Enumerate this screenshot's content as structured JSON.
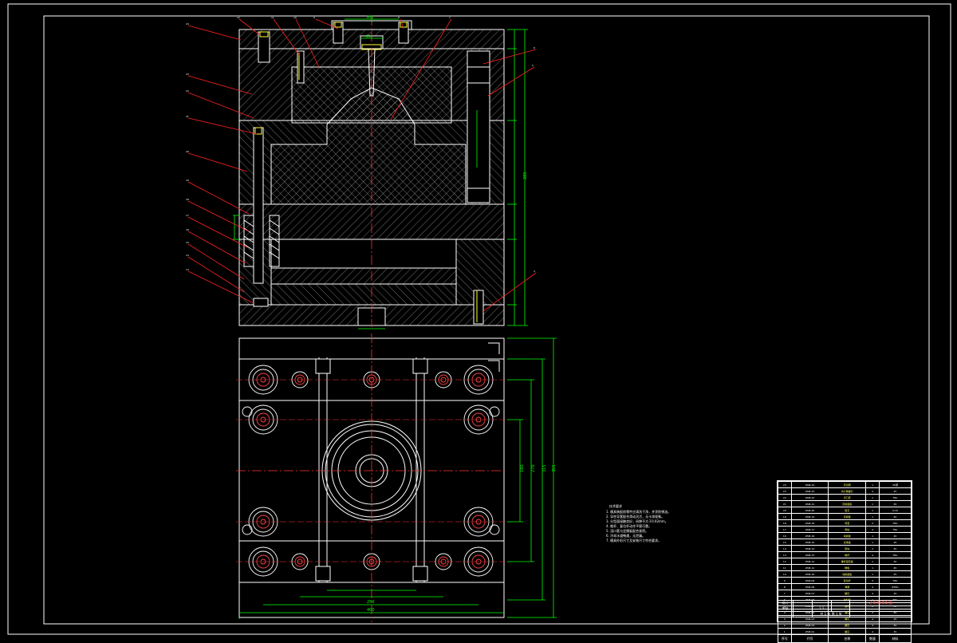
{
  "drawing": {
    "title": "注射模装配图",
    "scale": "1:1",
    "sheet": "共 1 张 第 1 张",
    "material_box": "",
    "designer_label": "设计",
    "checker_label": "审核"
  },
  "notes": {
    "title": "技术要求",
    "items": [
      "1. 模具装配前零件应清洗干净，并涂防锈油。",
      "2. 导柱导套配合滑动灵活，无卡滞现象。",
      "3. 分型面接触良好，间隙不大于0.02mm。",
      "4. 推杆、复位杆动作平稳可靠。",
      "5. 浇口套与定模板配合紧密。",
      "6. 冷却水道畅通，无泄漏。",
      "7. 模具外形尺寸及安装尺寸符合要求。"
    ]
  },
  "bom": {
    "header": [
      "序号",
      "代号",
      "名称",
      "数量",
      "材料"
    ],
    "rows": [
      [
        "24",
        "ZSM-24",
        "定位圈",
        "1",
        "45钢"
      ],
      [
        "23",
        "ZSM-23",
        "内六角螺钉",
        "4",
        "45"
      ],
      [
        "22",
        "ZSM-22",
        "浇口套",
        "1",
        "T8A"
      ],
      [
        "21",
        "ZSM-21",
        "定模座板",
        "1",
        "45"
      ],
      [
        "20",
        "ZSM-20",
        "型芯",
        "1",
        "Cr12"
      ],
      [
        "19",
        "ZSM-19",
        "定模板",
        "1",
        "45"
      ],
      [
        "18",
        "ZSM-18",
        "导套",
        "4",
        "T8A"
      ],
      [
        "17",
        "ZSM-17",
        "导柱",
        "4",
        "T8A"
      ],
      [
        "16",
        "ZSM-16",
        "动模板",
        "1",
        "45"
      ],
      [
        "15",
        "ZSM-15",
        "支承板",
        "1",
        "45"
      ],
      [
        "14",
        "ZSM-14",
        "垫块",
        "2",
        "45"
      ],
      [
        "13",
        "ZSM-13",
        "推杆",
        "4",
        "T8A"
      ],
      [
        "12",
        "ZSM-12",
        "推杆固定板",
        "1",
        "45"
      ],
      [
        "11",
        "ZSM-11",
        "推板",
        "1",
        "45"
      ],
      [
        "10",
        "ZSM-10",
        "动模座板",
        "1",
        "45"
      ],
      [
        "9",
        "ZSM-09",
        "复位杆",
        "4",
        "T8A"
      ],
      [
        "8",
        "ZSM-08",
        "弹簧",
        "4",
        "65Mn"
      ],
      [
        "7",
        "ZSM-07",
        "螺钉",
        "4",
        "45"
      ],
      [
        "6",
        "ZSM-06",
        "拉料杆",
        "1",
        "T8A"
      ],
      [
        "5",
        "ZSM-05",
        "螺钉",
        "6",
        "45"
      ],
      [
        "4",
        "ZSM-04",
        "销钉",
        "2",
        "45"
      ],
      [
        "3",
        "ZSM-03",
        "螺钉",
        "4",
        "45"
      ],
      [
        "2",
        "ZSM-02",
        "螺钉",
        "4",
        "45"
      ],
      [
        "1",
        "ZSM-01",
        "螺钉",
        "4",
        "45"
      ]
    ]
  },
  "dimensions": {
    "top_width": "250",
    "overall_width": "315",
    "overall_height": "285",
    "plan_width": "400",
    "plan_height": "355",
    "inner_width": "180",
    "guide_spacing": "270",
    "sprue": "Ø30",
    "bush": "Ø16"
  },
  "callouts": [
    "24",
    "23",
    "22",
    "21",
    "20",
    "19",
    "18",
    "17",
    "16",
    "15",
    "14",
    "13",
    "12",
    "11",
    "10",
    "9",
    "8",
    "7",
    "6",
    "5",
    "4",
    "3",
    "2",
    "1"
  ],
  "colors": {
    "line": "#ffffff",
    "hatch": "#cccccc",
    "dim": "#00ff00",
    "leader": "#ff0000",
    "center": "#ff0000",
    "feature": "#ffff00"
  }
}
